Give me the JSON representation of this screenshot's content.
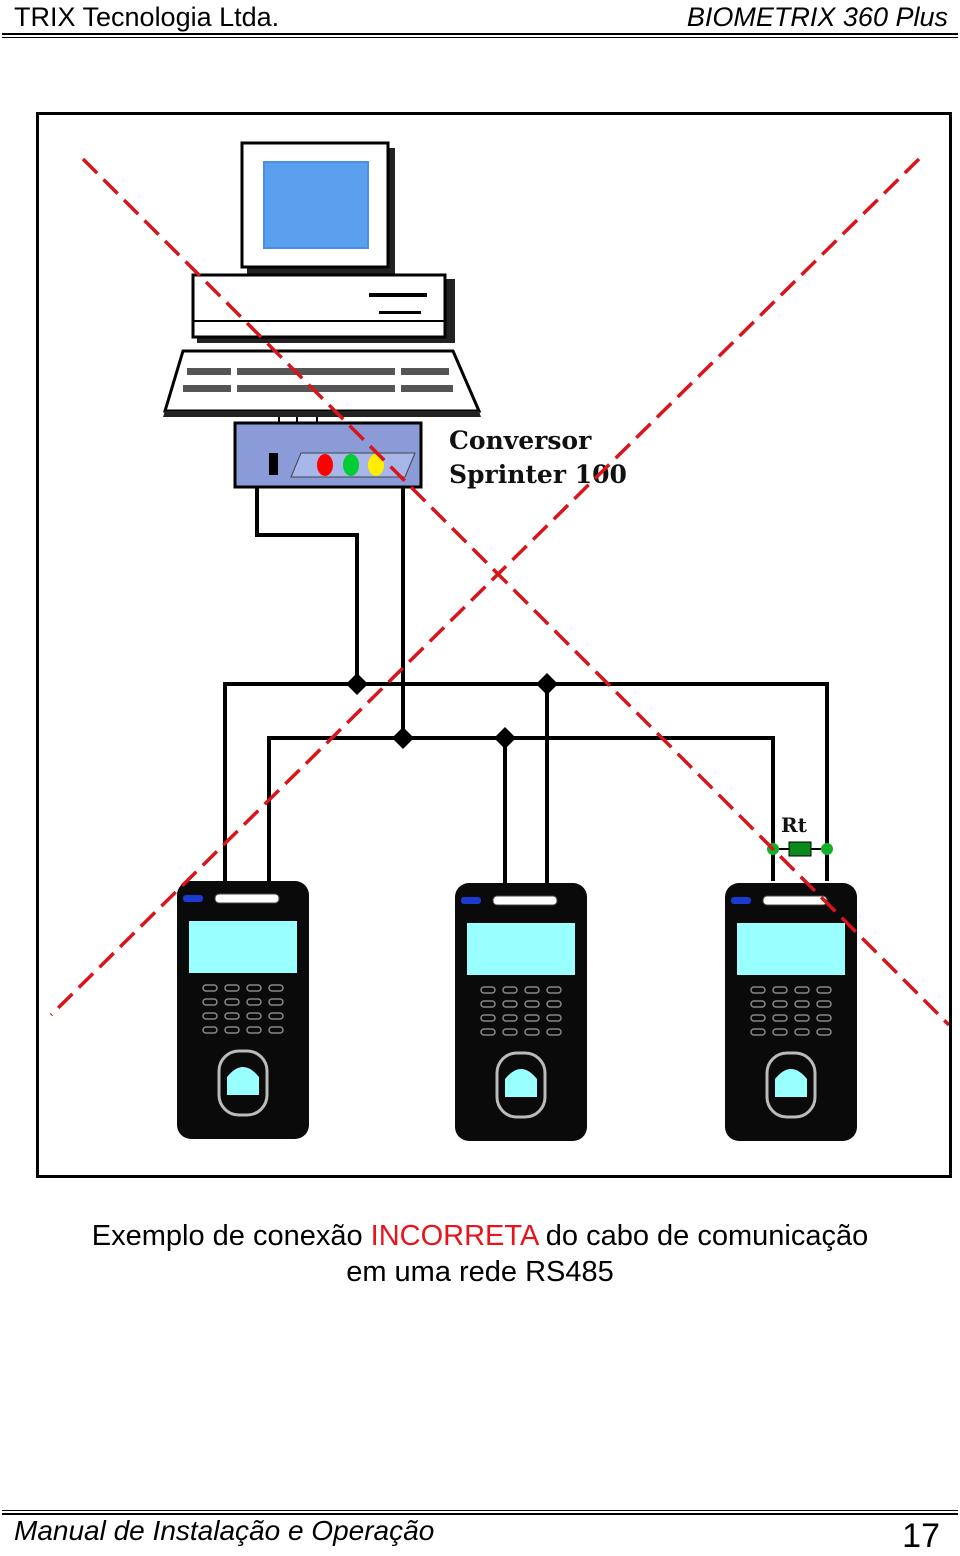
{
  "header": {
    "company": "TRIX Tecnologia Ltda.",
    "product": "BIOMETRIX 360 Plus"
  },
  "figure": {
    "converter_label_line1": "Conversor",
    "converter_label_line2": "Sprinter 100",
    "terminator_label": "Rt",
    "incorrect_mark_color": "#d9141b",
    "led_colors": [
      "#ff0000",
      "#00cc33",
      "#ffee00"
    ],
    "screen_color": "#4a8fe0",
    "lcd_color": "#99ffff"
  },
  "caption": {
    "part1": "Exemplo de conexão ",
    "highlight": "INCORRETA",
    "part2": " do cabo de comunicação",
    "line2": "em uma rede RS485"
  },
  "footer": {
    "manual_title": "Manual de Instalação e Operação",
    "page_number": "17"
  }
}
